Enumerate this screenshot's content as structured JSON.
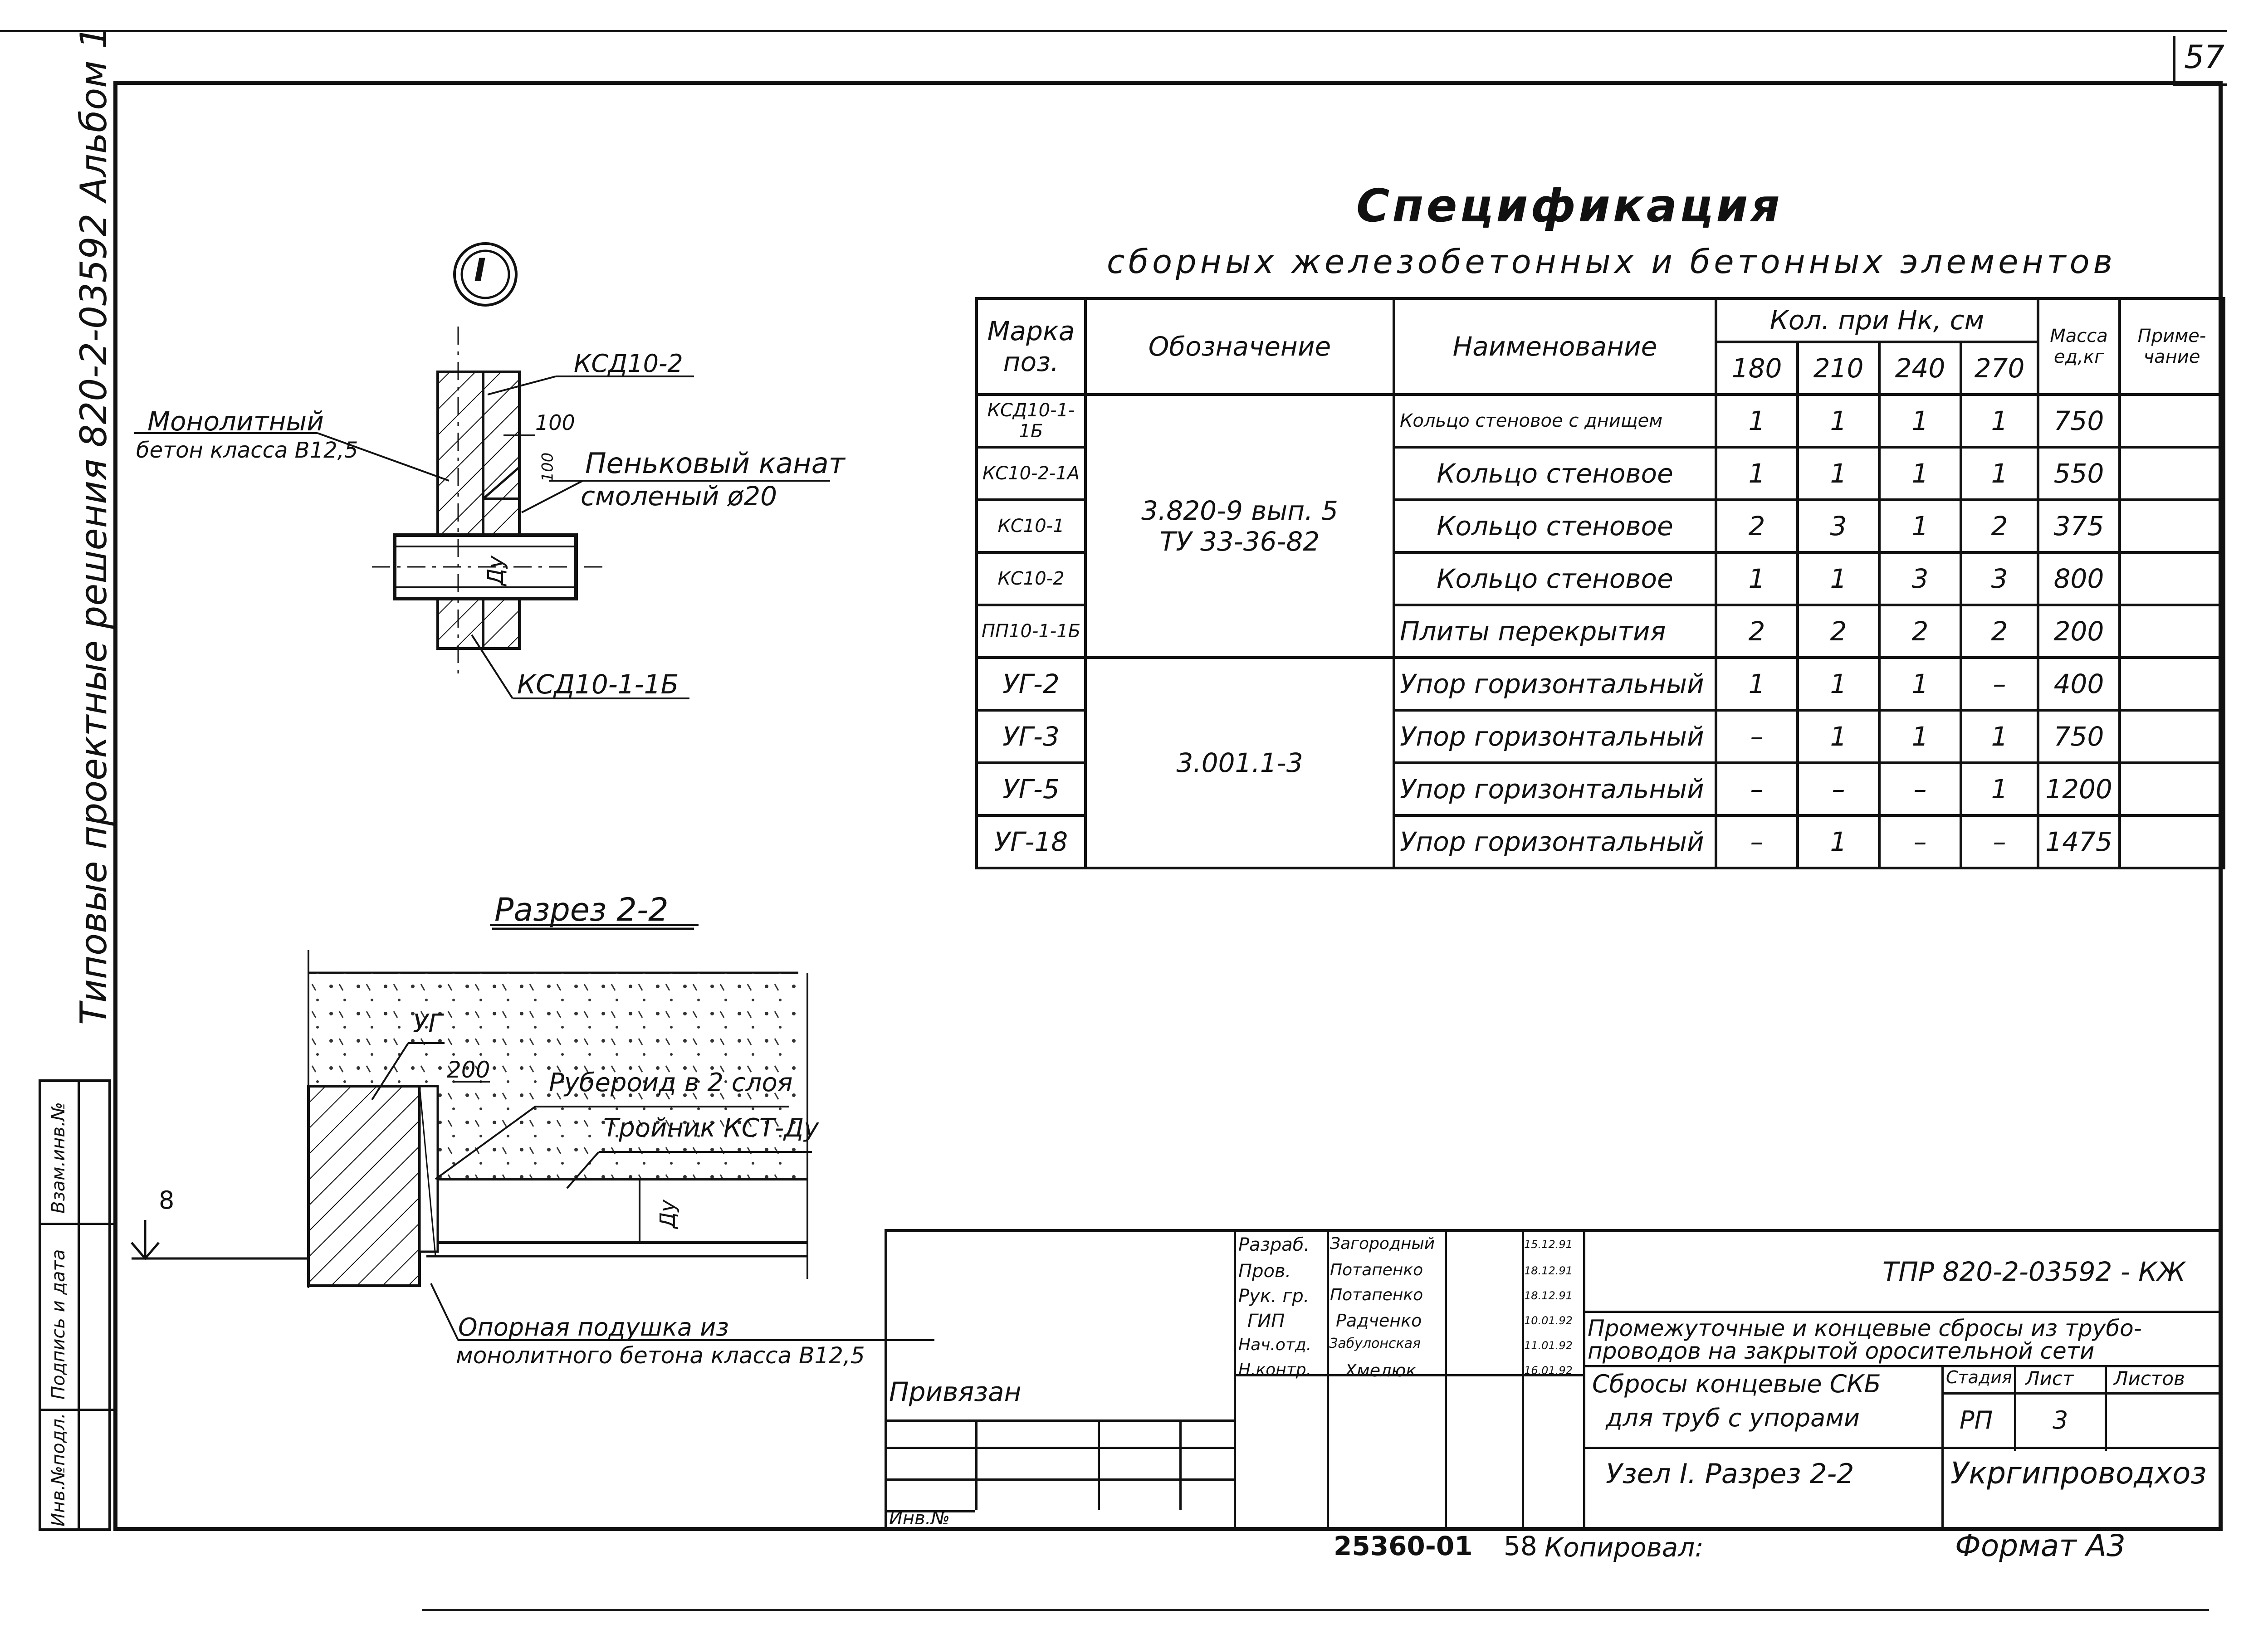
{
  "page_number": "57",
  "sidebar": {
    "vertical_title": "Типовые проектные решения 820-2-03592 Альбом 1",
    "cells": [
      "Инв.№подл.",
      "Подпись и дата",
      "Взам.инв.№"
    ]
  },
  "spec": {
    "title": "Спецификация",
    "subtitle": "сборных железобетонных и бетонных элементов",
    "headers": {
      "mark": "Марка поз.",
      "designation": "Обозначение",
      "name": "Наименование",
      "qty": "Кол. при Нк, см",
      "qty_cols": [
        "180",
        "210",
        "240",
        "270"
      ],
      "mass": "Масса ед,кг",
      "note": "Приме-чание"
    },
    "group_designations": [
      "3.820-9 вып. 5",
      "ТУ 33-36-82",
      "3.001.1-3"
    ],
    "rows": [
      {
        "mark": "КСД10-1-1Б",
        "name": "Кольцо стеновое с днищем",
        "q": [
          "1",
          "1",
          "1",
          "1"
        ],
        "mass": "750"
      },
      {
        "mark": "КС10-2-1А",
        "name": "Кольцо стеновое",
        "q": [
          "1",
          "1",
          "1",
          "1"
        ],
        "mass": "550"
      },
      {
        "mark": "КС10-1",
        "name": "Кольцо стеновое",
        "q": [
          "2",
          "3",
          "1",
          "2"
        ],
        "mass": "375"
      },
      {
        "mark": "КС10-2",
        "name": "Кольцо стеновое",
        "q": [
          "1",
          "1",
          "3",
          "3"
        ],
        "mass": "800"
      },
      {
        "mark": "ПП10-1-1Б",
        "name": "Плиты перекрытия",
        "q": [
          "2",
          "2",
          "2",
          "2"
        ],
        "mass": "200"
      },
      {
        "mark": "УГ-2",
        "name": "Упор горизонтальный",
        "q": [
          "1",
          "1",
          "1",
          "–"
        ],
        "mass": "400"
      },
      {
        "mark": "УГ-3",
        "name": "Упор горизонтальный",
        "q": [
          "–",
          "1",
          "1",
          "1"
        ],
        "mass": "750"
      },
      {
        "mark": "УГ-5",
        "name": "Упор горизонтальный",
        "q": [
          "–",
          "–",
          "–",
          "1"
        ],
        "mass": "1200"
      },
      {
        "mark": "УГ-18",
        "name": "Упор горизонтальный",
        "q": [
          "–",
          "1",
          "–",
          "–"
        ],
        "mass": "1475"
      }
    ]
  },
  "detail1": {
    "marker": "I",
    "ksd_top": "КСД10-2",
    "monolith_1": "Монолитный",
    "monolith_2": "бетон класса В12,5",
    "dim_100a": "100",
    "dim_100b": "100",
    "rope_1": "Пеньковый канат",
    "rope_2": "смоленый ø20",
    "du": "Ду",
    "ksd_bottom": "КСД10-1-1Б"
  },
  "section": {
    "title": "Разрез 2-2",
    "ug": "УГ",
    "dim_200": "200",
    "ruberoid": "Рубероид в 2 слоя",
    "tee": "Тройник КСТ-Ду",
    "du": "Ду",
    "level": "8",
    "pad_1": "Опорная подушка из",
    "pad_2": "монолитного бетона класса В12,5"
  },
  "title_block": {
    "code": "ТПР 820-2-03592 - КЖ",
    "roles": [
      "Разраб.",
      "Пров.",
      "Рук. гр.",
      "ГИП",
      "Нач.отд.",
      "Н.контр."
    ],
    "names": [
      "Загородный",
      "Потапенко",
      "Потапенко",
      "Радченко",
      "Забулонская",
      "Хмелюк"
    ],
    "dates": [
      "15.12.91",
      "18.12.91",
      "18.12.91",
      "10.01.92",
      "11.01.92",
      "16.01.92"
    ],
    "project_1": "Промежуточные и концевые сбросы из трубо-",
    "project_2": "проводов на закрытой оросительной сети",
    "sheet_1": "Сбросы концевые СКБ",
    "sheet_2": "для труб с упорами",
    "stage_h": "Стадия",
    "sheet_h": "Лист",
    "sheets_h": "Листов",
    "stage": "РП",
    "sheet": "3",
    "sheets": "",
    "drawing": "Узел I. Разрез 2-2",
    "org": "Укргипроводхоз",
    "privyazan": "Привязан",
    "inv": "Инв.№"
  },
  "footer": {
    "number": "25360-01",
    "page": "58",
    "copied": "Копировал:",
    "format": "Формат А3"
  }
}
